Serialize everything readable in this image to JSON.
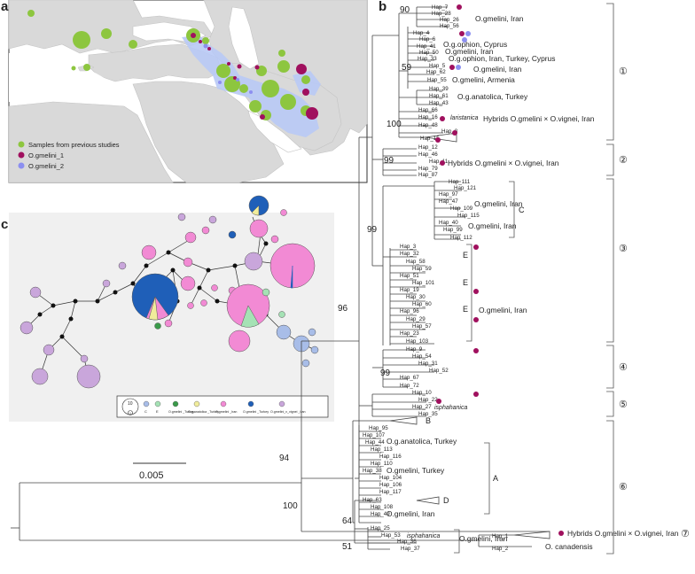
{
  "panels": {
    "a": "a",
    "b": "b",
    "c": "c"
  },
  "map_legend": {
    "previous": "Samples from previous studies",
    "g1": "O.gmelini_1",
    "g2": "O.gmelini_2"
  },
  "colors": {
    "previous": "#8dc63f",
    "g1": "#a0105e",
    "g2": "#8c8ff0",
    "range": "#b8c9f5",
    "land": "#d9d9d9",
    "sea": "#ffffff",
    "net_iran": "#f28ad4",
    "net_vignei": "#c9a6db",
    "net_turkey_blue": "#1f5fb8",
    "net_c": "#a8bde8",
    "net_e": "#a5e2b5",
    "net_anatolica": "#f0ec9b",
    "net_green": "#3a9a4a",
    "net_bg": "#f0f0f0"
  },
  "network_legend": {
    "scale_big": "10",
    "scale_small": "1",
    "items": [
      "C",
      "E",
      "O.g.anatolica _Turkey",
      "O.gmelini _Turkey",
      "O.gmelini _Iran",
      "O.gmelini _Turkey",
      "O.gmelini_x_vignei _Iran"
    ]
  },
  "supports": {
    "s90": "90",
    "s59": "59",
    "s100a": "100",
    "s99a": "99",
    "s99b": "99",
    "s96": "96",
    "s99c": "99",
    "s94": "94",
    "s100b": "100",
    "s64": "64",
    "s51": "51"
  },
  "scale": "0.005",
  "haplotypes": [
    "Hap_7",
    "Hap_28",
    "Hap_26",
    "Hap_56",
    "Hap_4",
    "Hap_6",
    "Hap_41",
    "Hap_50",
    "Hap_33",
    "Hap_5",
    "Hap_62",
    "Hap_55",
    "Hap_39",
    "Hap_61",
    "Hap_43",
    "Hap_66",
    "Hap_16",
    "Hap_48",
    "Hap_8",
    "Hap_15",
    "Hap_12",
    "Hap_46",
    "Hap_11",
    "Hap_79",
    "Hap_87",
    "Hap_111",
    "Hap_121",
    "Hap_97",
    "Hap_47",
    "Hap_109",
    "Hap_115",
    "Hap_40",
    "Hap_99",
    "Hap_112",
    "Hap_3",
    "Hap_32",
    "Hap_58",
    "Hap_59",
    "Hap_51",
    "Hap_101",
    "Hap_19",
    "Hap_30",
    "Hap_60",
    "Hap_96",
    "Hap_29",
    "Hap_57",
    "Hap_23",
    "Hap_103",
    "Hap_9",
    "Hap_54",
    "Hap_31",
    "Hap_52",
    "Hap_67",
    "Hap_72",
    "Hap_10",
    "Hap_22",
    "Hap_27",
    "Hap_35",
    "Hap_95",
    "Hap_107",
    "Hap_44",
    "Hap_113",
    "Hap_116",
    "Hap_110",
    "Hap_38",
    "Hap_104",
    "Hap_106",
    "Hap_117",
    "Hap_63",
    "Hap_108",
    "Hap_49",
    "Hap_25",
    "Hap_53",
    "Hap_36",
    "Hap_37",
    "Hap_1",
    "Hap_2"
  ],
  "species_labels": {
    "sl1": "O.gmelini, Iran",
    "sl2": "O.g.ophion, Cyprus",
    "sl3": "O.gmelini, Iran",
    "sl4": "O.g.ophion, Iran, Turkey, Cyprus",
    "sl5": "O.gmelini, Iran",
    "sl6": "O.gmelini, Armenia",
    "sl7": "O.g.anatolica, Turkey",
    "sl8": "laristanica",
    "sl9": "Hybrids O.gmelini × O.vignei, Iran",
    "sl10": "Hybrids O.gmelini × O.vignei, Iran",
    "sl11": "O.gmelini, Iran",
    "sl12": "O.gmelini, Iran",
    "sl13": "O.gmelini, Iran",
    "sl14": "isphahanica",
    "sl15": "O.g.anatolica, Turkey",
    "sl16": "O.gmelini, Turkey",
    "sl17": "O.gmelini, Iran",
    "sl18": "isphahanica",
    "sl19": "O.gmelini, Iran",
    "sl20": "Hybrids O.gmelini × O.vignei, Iran",
    "sl21": "O. canadensis"
  },
  "subclade_labels": {
    "C": "C",
    "E1": "E",
    "E2": "E",
    "E3": "E",
    "B": "B",
    "A": "A",
    "D": "D"
  },
  "clades": [
    "①",
    "②",
    "③",
    "④",
    "⑤",
    "⑥",
    "⑦"
  ]
}
